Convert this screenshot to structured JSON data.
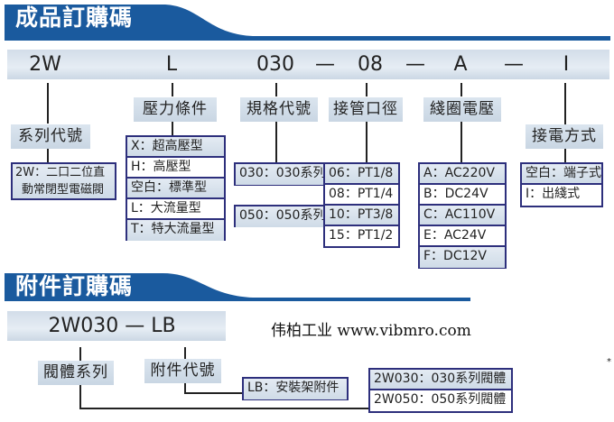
{
  "section1": {
    "title": "成品訂購碼",
    "code_tokens": [
      "2W",
      "L",
      "030",
      "—",
      "08",
      "—",
      "A",
      "—",
      "I"
    ],
    "labels": {
      "series": "系列代號",
      "pressure": "壓力條件",
      "spec": "規格代號",
      "port": "接管口徑",
      "coil": "綫圈電壓",
      "wiring": "接電方式"
    },
    "series_desc": [
      "2W：二口二位直",
      "動常閉型電磁閥"
    ],
    "pressure_options": [
      "X：超高壓型",
      "H：高壓型",
      "空白：標準型",
      "L：大流量型",
      "T：特大流量型"
    ],
    "spec_options": [
      "030：030系列",
      "050：050系列"
    ],
    "port_options": [
      "06：PT1/8",
      "08：PT1/4",
      "10：PT3/8",
      "15：PT1/2"
    ],
    "coil_options": [
      "A：AC220V",
      "B：DC24V",
      "C：AC110V",
      "E：AC24V",
      "F：DC12V"
    ],
    "wiring_options": [
      "空白：端子式",
      "I：出綫式"
    ]
  },
  "section2": {
    "title": "附件訂購碼",
    "code": "2W030 — LB",
    "labels": {
      "body": "閥體系列",
      "accessory": "附件代號"
    },
    "accessory_options": [
      "LB：安裝架附件"
    ],
    "body_options": [
      "2W030：030系列閥體",
      "2W050：050系列閥體"
    ]
  },
  "watermark": "伟柏工业 www.vibmro.com",
  "asterisk": "*",
  "colors": {
    "brand_blue": "#1a5a9e",
    "border_navy": "#2d2f7c"
  }
}
